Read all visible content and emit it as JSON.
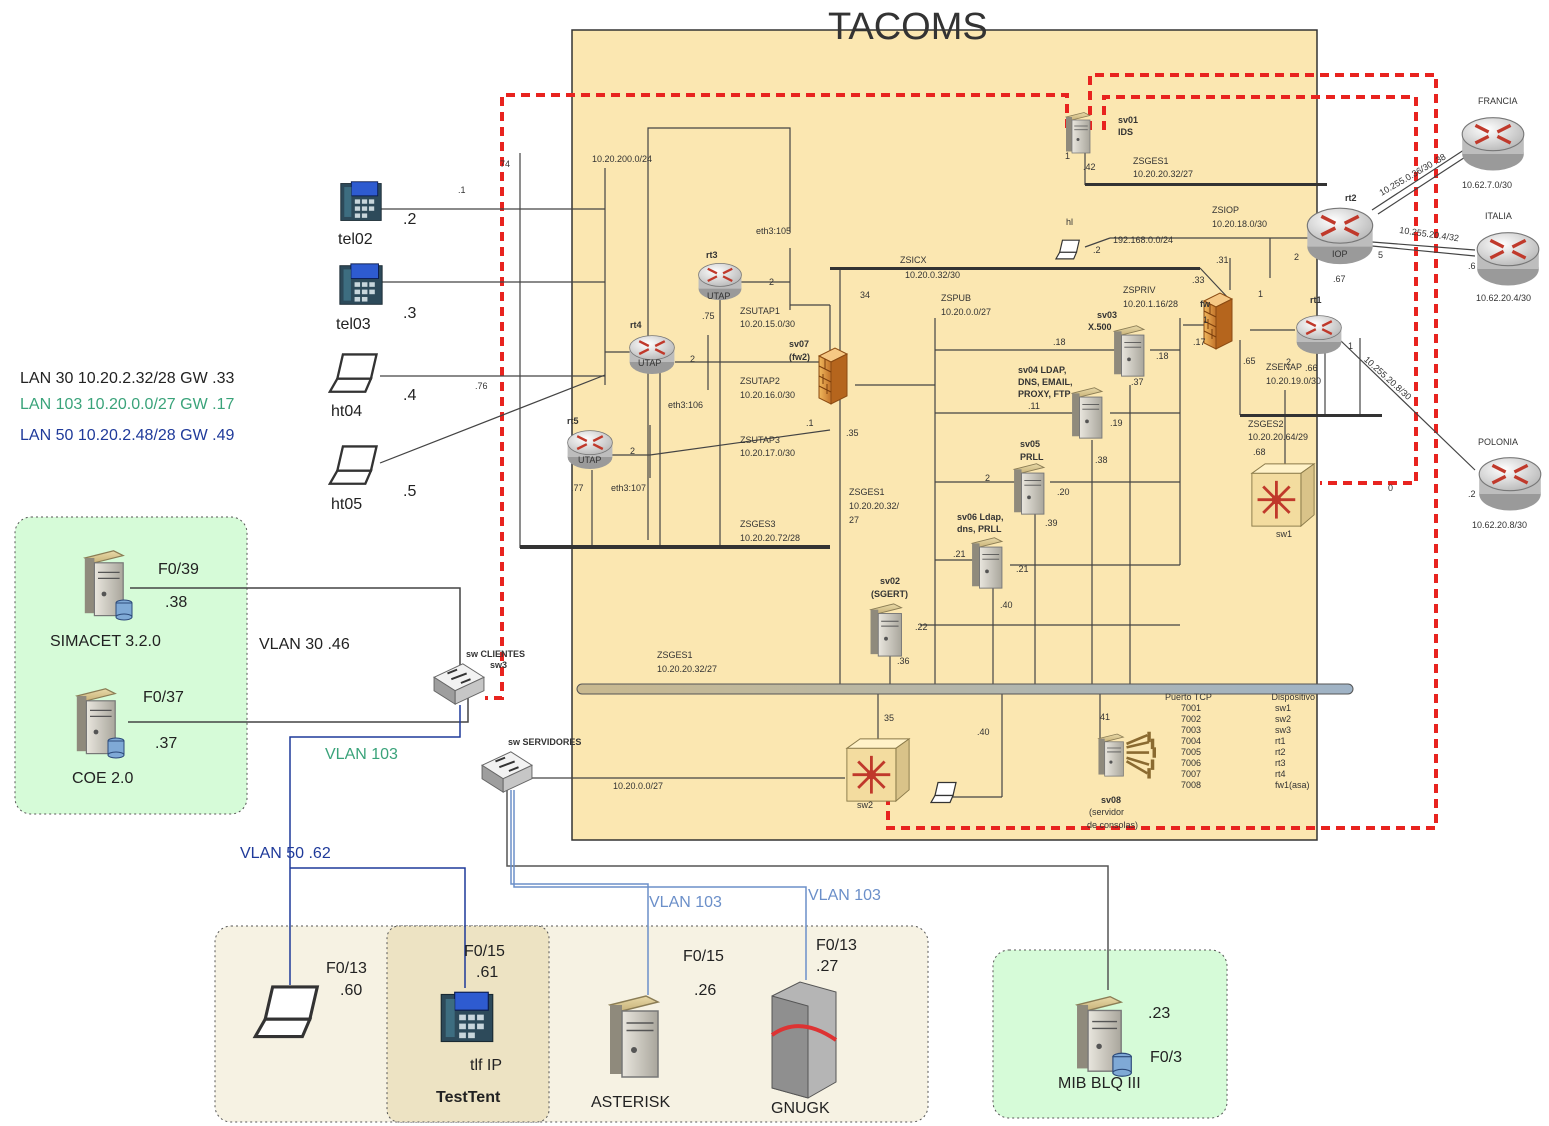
{
  "diagram": {
    "title": "TACOMS",
    "vlan_legend": [
      {
        "text": "LAN   30   10.20.2.32/28 GW .33",
        "color": "#222222"
      },
      {
        "text": "LAN 103    10.20.0.0/27 GW .17",
        "color": "#3aa37a"
      },
      {
        "text": "LAN 50    10.20.2.48/28 GW .49",
        "color": "#1f3a9a"
      }
    ],
    "colors": {
      "core_fill": "#fbe7b1",
      "green_box": "#d6fbd8",
      "beige_box": "#f6f2e3",
      "red_dash": "#e8231f",
      "vlan103": "#6b8fc9",
      "vlan50": "#1f3a9a"
    },
    "left_hosts": {
      "tel02": "tel02",
      "tel02_ip": ".2",
      "tel03": "tel03",
      "tel03_ip": ".3",
      "ht04": "ht04",
      "ht04_ip": ".4",
      "ht05": "ht05",
      "ht05_ip": ".5",
      "gw1": ".1",
      "gw76": ".76",
      "vlan_tag": "74"
    },
    "green_box_1": {
      "simacet": "SIMACET 3.2.0",
      "simacet_port": "F0/39",
      "simacet_ip": ".38",
      "coe": "COE 2.0",
      "coe_port": "F0/37",
      "coe_ip": ".37"
    },
    "vlan30_label": "VLAN 30 .46",
    "vlan103_label_1": "VLAN 103",
    "vlan50_label": "VLAN 50 .62",
    "vlan103_label_2": "VLAN 103",
    "vlan103_label_3": "VLAN 103",
    "switches": {
      "sw3_label_1": "sw CLIENTES",
      "sw3_label_2": "sw3",
      "servidores_label": "sw SERVIDORES",
      "sw2": "sw2",
      "sw1": "sw1"
    },
    "bottom_box": {
      "laptop_port": "F0/13",
      "laptop_ip": ".60",
      "tlf_port": "F0/15",
      "tlf_ip": ".61",
      "tlf": "tlf IP",
      "testtent": "TestTent",
      "asterisk_port": "F0/15",
      "asterisk_ip": ".26",
      "asterisk": "ASTERISK",
      "gnugk_port": "F0/13",
      "gnugk_ip": ".27",
      "gnugk": "GNUGK"
    },
    "mib_box": {
      "ip": ".23",
      "port": "F0/3",
      "name": "MIB BLQ III"
    },
    "external": {
      "francia": "FRANCIA",
      "francia_net": "10.62.7.0/30",
      "italia": "ITALIA",
      "italia_net": "10.62.20.4/30",
      "polonia": "POLONIA",
      "polonia_net": "10.62.20.8/30",
      "link1": "10.255.0.36/30 .38",
      "link2": "10.255.20.4/32",
      "link3": "10.255.20.8/30",
      "italia_ip": ".6",
      "polonia_ip": ".2"
    },
    "core_labels": [
      {
        "id": "zsges1-top",
        "text": "ZSGES1"
      },
      {
        "id": "zsges1-top-net",
        "text": "10.20.20.32/27"
      },
      {
        "id": "sv01",
        "text": "sv01"
      },
      {
        "id": "ids",
        "text": "IDS"
      },
      {
        "id": "sv01-ip",
        "text": ".42"
      },
      {
        "id": "zsiop",
        "text": "ZSIOP"
      },
      {
        "id": "zsiop-net",
        "text": "10.20.18.0/30"
      },
      {
        "id": "rt2",
        "text": "rt2"
      },
      {
        "id": "iop",
        "text": "IOP"
      },
      {
        "id": "rt2-ip2",
        "text": "2"
      },
      {
        "id": "rt2-ip5",
        "text": "5"
      },
      {
        "id": "rt2-ip67",
        "text": ".67"
      },
      {
        "id": "hl",
        "text": "hl"
      },
      {
        "id": "hl-ip",
        "text": ".2"
      },
      {
        "id": "net192",
        "text": "192.168.0.0/24"
      },
      {
        "id": "zsicx",
        "text": "ZSICX"
      },
      {
        "id": "zsicx-net",
        "text": "10.20.0.32/30"
      },
      {
        "id": "zsicx-33",
        "text": ".33"
      },
      {
        "id": "zsicx-31",
        "text": ".31"
      },
      {
        "id": "zsicx-34",
        "text": "34"
      },
      {
        "id": "net200",
        "text": "10.20.200.0/24"
      },
      {
        "id": "eth105",
        "text": "eth3:105"
      },
      {
        "id": "rt3",
        "text": "rt3"
      },
      {
        "id": "utap-rt3",
        "text": "UTAP"
      },
      {
        "id": "rt3-2",
        "text": "2"
      },
      {
        "id": "rt3-75",
        "text": ".75"
      },
      {
        "id": "zsutap1",
        "text": "ZSUTAP1"
      },
      {
        "id": "zsutap1-net",
        "text": "10.20.15.0/30"
      },
      {
        "id": "sv07",
        "text": "sv07"
      },
      {
        "id": "fw2",
        "text": "(fw2)"
      },
      {
        "id": "rt4",
        "text": "rt4"
      },
      {
        "id": "utap-rt4",
        "text": "UTAP"
      },
      {
        "id": "rt4-2",
        "text": "2"
      },
      {
        "id": "zsutap2",
        "text": "ZSUTAP2"
      },
      {
        "id": "zsutap2-net",
        "text": "10.20.16.0/30"
      },
      {
        "id": "eth106",
        "text": "eth3:106"
      },
      {
        "id": "zsutap3",
        "text": "ZSUTAP3"
      },
      {
        "id": "zsutap3-net",
        "text": "10.20.17.0/30"
      },
      {
        "id": "rt5",
        "text": "rt5"
      },
      {
        "id": "utap-rt5",
        "text": "UTAP"
      },
      {
        "id": "rt5-2",
        "text": "2"
      },
      {
        "id": "rt5-77",
        "text": ".77"
      },
      {
        "id": "eth107",
        "text": "eth3:107"
      },
      {
        "id": "zsges3",
        "text": "ZSGES3"
      },
      {
        "id": "zsges3-net",
        "text": "10.20.20.72/28"
      },
      {
        "id": "zspub",
        "text": "ZSPUB"
      },
      {
        "id": "zspub-net",
        "text": "10.20.0.0/27"
      },
      {
        "id": "zspriv",
        "text": "ZSPRIV"
      },
      {
        "id": "zspriv-net",
        "text": "10.20.1.16/28"
      },
      {
        "id": "fw",
        "text": "fw"
      },
      {
        "id": "fw-1",
        "text": "1"
      },
      {
        "id": "fw-17",
        "text": ".17"
      },
      {
        "id": "fw-65",
        "text": ".65"
      },
      {
        "id": "sv03",
        "text": "sv03"
      },
      {
        "id": "x500",
        "text": "X.500"
      },
      {
        "id": "sv03-18a",
        "text": ".18"
      },
      {
        "id": "sv03-18b",
        "text": ".18"
      },
      {
        "id": "sv03-37",
        "text": ".37"
      },
      {
        "id": "sv04a",
        "text": "sv04 LDAP,"
      },
      {
        "id": "sv04b",
        "text": "DNS, EMAIL,"
      },
      {
        "id": "sv04c",
        "text": "PROXY, FTP"
      },
      {
        "id": "sv04-11",
        "text": ".11"
      },
      {
        "id": "sv04-19",
        "text": ".19"
      },
      {
        "id": "sv04-38",
        "text": ".38"
      },
      {
        "id": "sv05",
        "text": "sv05"
      },
      {
        "id": "prll",
        "text": "PRLL"
      },
      {
        "id": "sv05-2",
        "text": "2"
      },
      {
        "id": "sv05-20",
        "text": ".20"
      },
      {
        "id": "sv05-39",
        "text": ".39"
      },
      {
        "id": "sv06a",
        "text": "sv06 Ldap,"
      },
      {
        "id": "sv06b",
        "text": "dns, PRLL"
      },
      {
        "id": "sv06-21a",
        "text": ".21"
      },
      {
        "id": "sv06-21b",
        "text": ".21"
      },
      {
        "id": "sv06-40",
        "text": ".40"
      },
      {
        "id": "zsges1-mid",
        "text": "ZSGES1"
      },
      {
        "id": "zsges1-mid-net",
        "text": "10.20.20.32/"
      },
      {
        "id": "zsges1-mid-27",
        "text": "27"
      },
      {
        "id": "mid-35",
        "text": ".35"
      },
      {
        "id": "mid-1",
        "text": ".1"
      },
      {
        "id": "sv02",
        "text": "sv02"
      },
      {
        "id": "sgert",
        "text": "(SGERT)"
      },
      {
        "id": "sv02-22",
        "text": ".22"
      },
      {
        "id": "sv02-36",
        "text": ".36"
      },
      {
        "id": "rt1",
        "text": "rt1"
      },
      {
        "id": "zsenap",
        "text": "ZSENAP"
      },
      {
        "id": "zsenap-net",
        "text": "10.20.19.0/30"
      },
      {
        "id": "rt1-66",
        "text": ".66"
      },
      {
        "id": "rt1-1",
        "text": "1"
      },
      {
        "id": "rt1-2",
        "text": "2"
      },
      {
        "id": "zsges2",
        "text": "ZSGES2"
      },
      {
        "id": "zsges2-net",
        "text": "10.20.20.64/29"
      },
      {
        "id": "zsges2-68",
        "text": ".68"
      },
      {
        "id": "zsges1-bot",
        "text": "ZSGES1"
      },
      {
        "id": "zsges1-bot-net",
        "text": "10.20.20.32/27"
      },
      {
        "id": "bot-35",
        "text": "35"
      },
      {
        "id": "bot-40",
        "text": ".40"
      },
      {
        "id": "bot-41",
        "text": "41"
      },
      {
        "id": "sv08",
        "text": "sv08"
      },
      {
        "id": "sv08b",
        "text": "(servidor"
      },
      {
        "id": "sv08c",
        "text": "de consolas)"
      },
      {
        "id": "net-sw2",
        "text": "10.20.0.0/27"
      },
      {
        "id": "sv01-1",
        "text": "1"
      },
      {
        "id": "fw1-r",
        "text": "1"
      },
      {
        "id": "sw1-0",
        "text": "0"
      }
    ],
    "port_table": {
      "headers": [
        "Puerto TCP",
        "Dispositivo"
      ],
      "rows": [
        [
          "7001",
          "sw1"
        ],
        [
          "7002",
          "sw2"
        ],
        [
          "7003",
          "sw3"
        ],
        [
          "7004",
          "rt1"
        ],
        [
          "7005",
          "rt2"
        ],
        [
          "7006",
          "rt3"
        ],
        [
          "7007",
          "rt4"
        ],
        [
          "7008",
          "fw1(asa)"
        ]
      ]
    }
  }
}
